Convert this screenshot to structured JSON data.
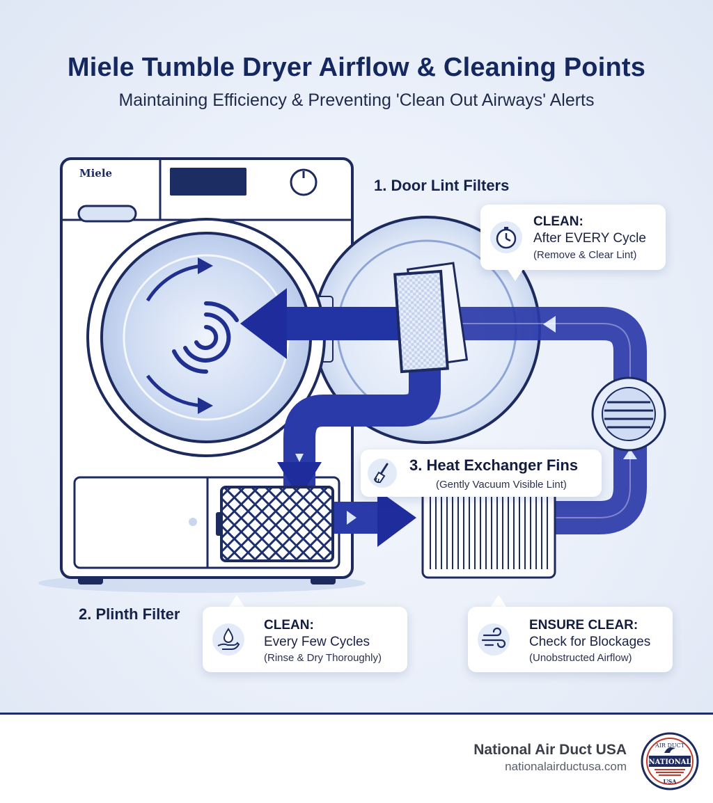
{
  "header": {
    "title": "Miele Tumble Dryer Airflow & Cleaning Points",
    "subtitle": "Maintaining Efficiency & Preventing 'Clean Out Airways' Alerts"
  },
  "dryer": {
    "brand_label": "Miele"
  },
  "labels": {
    "door_filters": "1. Door Lint Filters",
    "plinth_filter": "2. Plinth Filter",
    "heat_exchanger": "3. Heat Exchanger Fins",
    "heat_exchanger_note": "(Gently Vacuum Visible Lint)"
  },
  "cards": {
    "door": {
      "icon": "stopwatch-icon",
      "heading": "CLEAN:",
      "main": "After EVERY Cycle",
      "note": "(Remove & Clear Lint)"
    },
    "plinth": {
      "icon": "water-hand-icon",
      "heading": "CLEAN:",
      "main": "Every Few Cycles",
      "note": "(Rinse & Dry Thoroughly)"
    },
    "airflow": {
      "icon": "wind-icon",
      "heading": "ENSURE CLEAR:",
      "main": "Check for Blockages",
      "note": "(Unobstructed Airflow)"
    }
  },
  "footer": {
    "brand": "National Air Duct USA",
    "url": "nationalairductusa.com",
    "logo_top_text": "AIR DUCT",
    "logo_middle_text": "NATIONAL",
    "logo_bottom_text": "USA"
  },
  "colors": {
    "navy": "#14275f",
    "arrow_blue": "#2a3aa8",
    "accent_light": "#dbe5f6"
  }
}
